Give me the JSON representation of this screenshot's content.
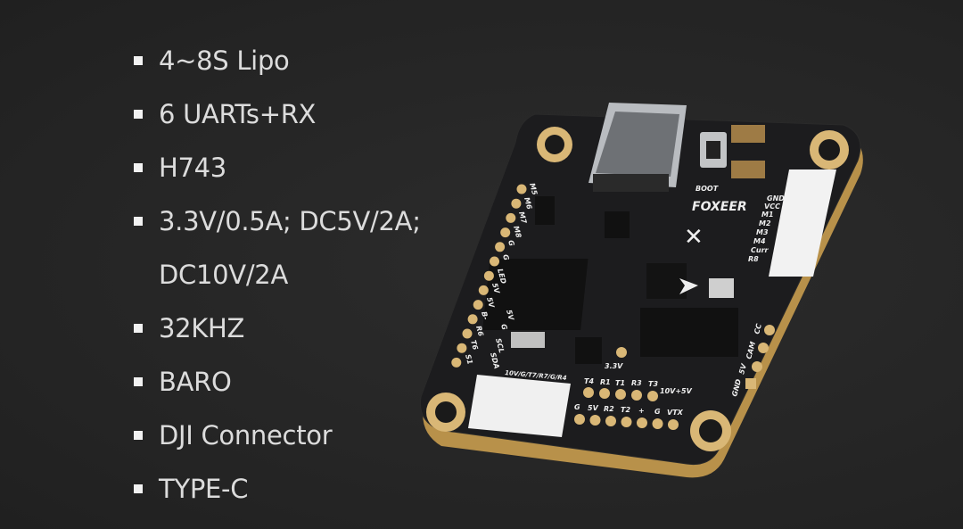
{
  "specs": [
    {
      "text": "4~8S Lipo",
      "bullet": true
    },
    {
      "text": "6 UARTs+RX",
      "bullet": true
    },
    {
      "text": "H743",
      "bullet": true
    },
    {
      "text": "3.3V/0.5A; DC5V/2A;",
      "bullet": true
    },
    {
      "text": "DC10V/2A",
      "bullet": false
    },
    {
      "text": "32KHZ",
      "bullet": true
    },
    {
      "text": "BARO",
      "bullet": true
    },
    {
      "text": "DJI Connector",
      "bullet": true
    },
    {
      "text": "TYPE-C",
      "bullet": true
    }
  ],
  "board": {
    "brand": "FOXEER",
    "boot": "BOOT",
    "motor_labels": [
      "GND",
      "VCC",
      "M1",
      "M2",
      "M3",
      "M4",
      "Curr",
      "R8"
    ],
    "left_labels": [
      "M5",
      "M6",
      "M7",
      "M8",
      "G",
      "G",
      "LED",
      "5V",
      "5V",
      "B-",
      "R6",
      "T6",
      "S1"
    ],
    "left_labels2": [
      "5V",
      "G",
      "SCL",
      "SDA"
    ],
    "dji_label": "10V/G/T7/R7/G/R4",
    "v33": "3.3V",
    "top_row": [
      "T4",
      "R1",
      "T1",
      "R3",
      "T3"
    ],
    "bottom_row": [
      "G",
      "5V",
      "R2",
      "T2",
      "+",
      "G",
      "VTX"
    ],
    "vtx_sel": "10V+5V",
    "cam_labels": [
      "GND",
      "5V",
      "CAM",
      "CC"
    ]
  },
  "colors": {
    "background": "#262626",
    "text": "#dcdcdc",
    "pcb": "#1d1d1f",
    "gold": "#c9a35c"
  }
}
